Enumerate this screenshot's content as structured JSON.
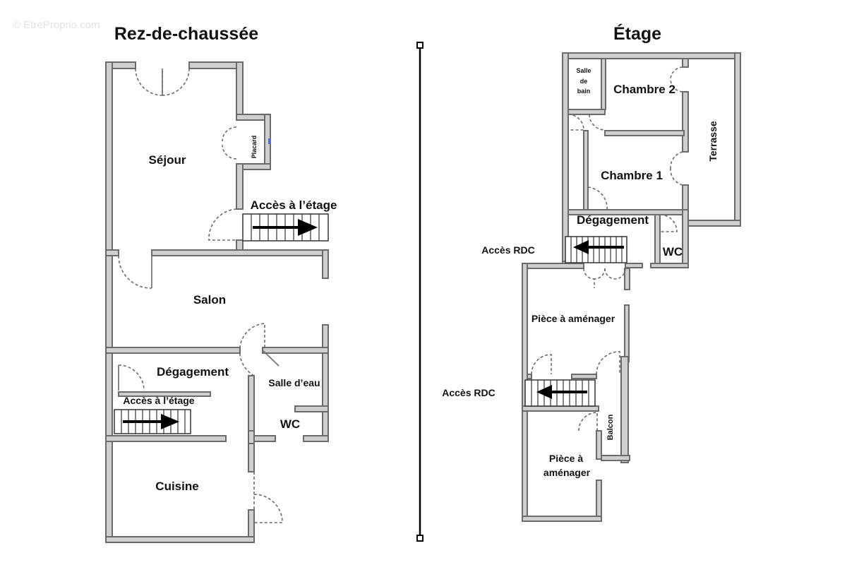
{
  "watermark": "© EtreProprio.com",
  "ground_floor": {
    "title": "Rez-de-chaussée",
    "rooms": {
      "sejour": "Séjour",
      "placard": "Placard",
      "salon": "Salon",
      "degagement": "Dégagement",
      "salle_eau": "Salle d’eau",
      "wc": "WC",
      "cuisine": "Cuisine"
    },
    "stairs": {
      "upper_label": "Accès à l’étage",
      "lower_label": "Accès à l’étage"
    }
  },
  "upper_floor": {
    "title": "Étage",
    "rooms": {
      "salle_de_bain": [
        "Salle",
        "de",
        "bain"
      ],
      "chambre_2": "Chambre 2",
      "terrasse": "Terrasse",
      "chambre_1": "Chambre 1",
      "degagement": "Dégagement",
      "wc": "WC",
      "piece_a_amenager_1": "Pièce à aménager",
      "piece_a_amenager_2": [
        "Pièce à",
        "aménager"
      ],
      "balcon": "Balcon"
    },
    "stairs": {
      "upper_label": "Accès RDC",
      "lower_label": "Accès RDC"
    }
  },
  "colors": {
    "wall_fill": "#cfcfcf",
    "wall_stroke": "#6b6b6b",
    "text": "#111111"
  }
}
